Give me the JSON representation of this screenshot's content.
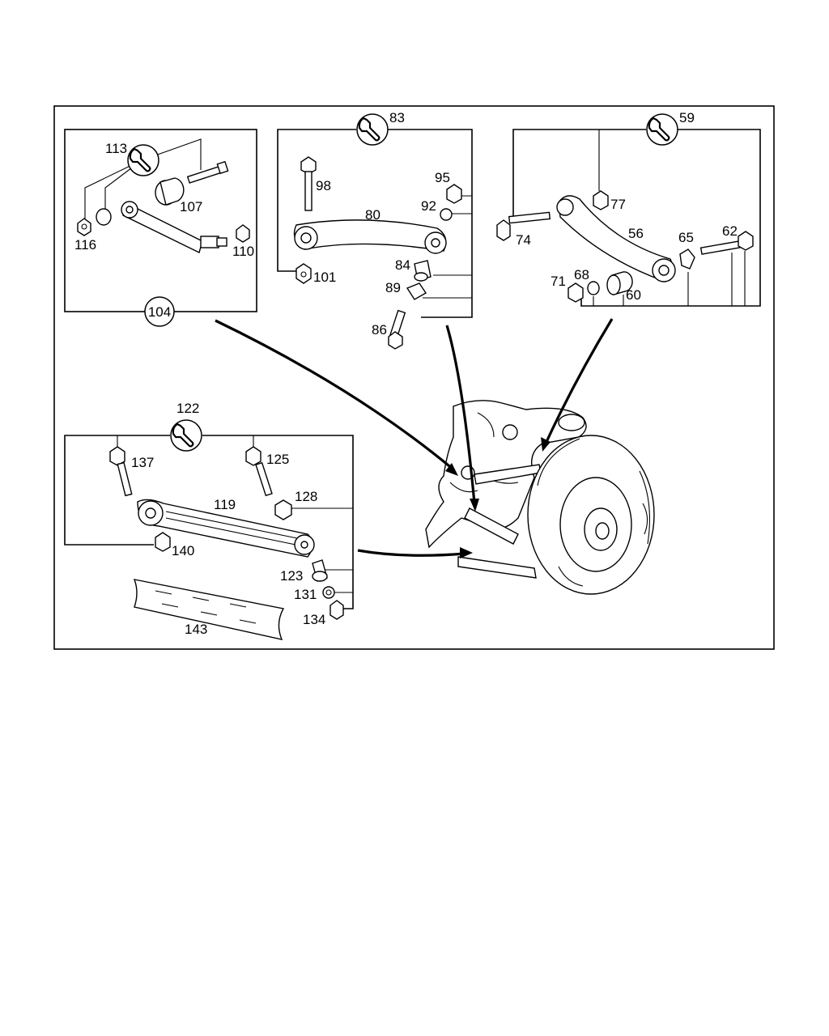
{
  "diagram": {
    "group_labels": {
      "g104": "104",
      "g83": "83",
      "g59": "59",
      "g122": "122"
    },
    "callouts": {
      "c113": "113",
      "c107": "107",
      "c116": "116",
      "c110": "110",
      "c98": "98",
      "c80": "80",
      "c95": "95",
      "c92": "92",
      "c101": "101",
      "c84": "84",
      "c89": "89",
      "c86": "86",
      "c77": "77",
      "c74": "74",
      "c56": "56",
      "c65": "65",
      "c62": "62",
      "c71": "71",
      "c68": "68",
      "c60": "60",
      "c137": "137",
      "c125": "125",
      "c119": "119",
      "c128": "128",
      "c140": "140",
      "c123": "123",
      "c131": "131",
      "c134": "134",
      "c143": "143"
    },
    "icons": [
      "wrench-icon"
    ]
  }
}
